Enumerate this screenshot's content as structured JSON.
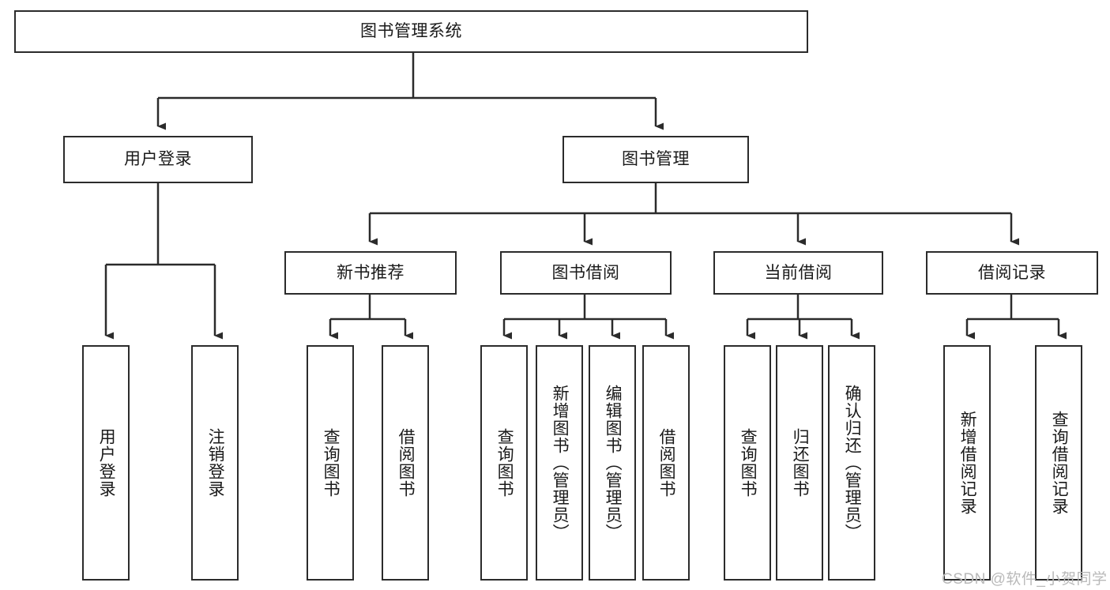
{
  "diagram": {
    "type": "tree-hierarchy-chart",
    "title_node": {
      "label": "图书管理系统"
    },
    "colors": {
      "stroke": "#2b2b2b",
      "fill": "#ffffff",
      "text": "#1a1a1a",
      "watermark": "#b9b9b9"
    },
    "level1": [
      {
        "label": "用户登录"
      },
      {
        "label": "图书管理"
      }
    ],
    "level2": [
      {
        "label": "新书推荐"
      },
      {
        "label": "图书借阅"
      },
      {
        "label": "当前借阅"
      },
      {
        "label": "借阅记录"
      }
    ],
    "leaves": {
      "user_login": [
        {
          "label": "用户登录"
        },
        {
          "label": "注销登录"
        }
      ],
      "new_book": [
        {
          "label": "查询图书"
        },
        {
          "label": "借阅图书"
        }
      ],
      "book_borrow": [
        {
          "label": "查询图书"
        },
        {
          "label": "新增图书（管理员）"
        },
        {
          "label": "编辑图书（管理员）"
        },
        {
          "label": "借阅图书"
        }
      ],
      "current_borrow": [
        {
          "label": "查询图书"
        },
        {
          "label": "归还图书"
        },
        {
          "label": "确认归还（管理员）"
        }
      ],
      "borrow_record": [
        {
          "label": "新增借阅记录"
        },
        {
          "label": "查询借阅记录"
        }
      ]
    }
  },
  "watermark": {
    "text": "CSDN @软件_小贺同学"
  }
}
